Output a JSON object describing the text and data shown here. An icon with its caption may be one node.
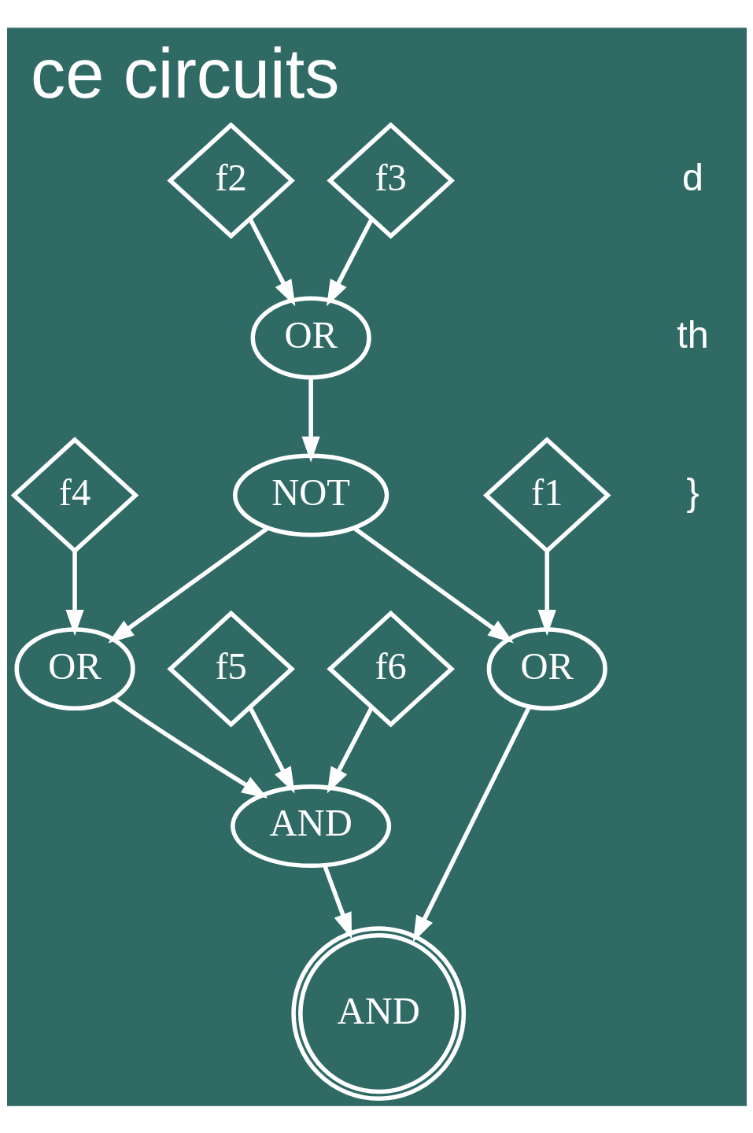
{
  "diagram": {
    "title": "ce circuits",
    "nodes": [
      {
        "text": [
          "f2"
        ]
      },
      {
        "text": [
          "f3"
        ]
      },
      {
        "text": [
          "OR"
        ]
      },
      {
        "text": [
          "f4"
        ]
      },
      {
        "text": [
          "NOT"
        ]
      },
      {
        "text": [
          "f1"
        ]
      },
      {
        "text": [
          "f5"
        ]
      },
      {
        "text": [
          "f6"
        ]
      },
      {
        "text": [
          "OR"
        ]
      },
      {
        "text": [
          "OR"
        ]
      },
      {
        "text": [
          "AND"
        ]
      },
      {
        "text": [
          "AND"
        ]
      }
    ],
    "edges": [
      {
        "from": 0,
        "to": 2,
        "arrow": "to"
      },
      {
        "from": 1,
        "to": 2,
        "arrow": "to"
      },
      {
        "from": 2,
        "to": 4,
        "arrow": "to"
      },
      {
        "from": 3,
        "to": 8,
        "arrow": "to"
      },
      {
        "from": 4,
        "to": 8,
        "arrow": "to"
      },
      {
        "from": 4,
        "to": 9,
        "arrow": "to"
      },
      {
        "from": 5,
        "to": 9,
        "arrow": "to"
      },
      {
        "from": 6,
        "to": 10,
        "arrow": "to"
      },
      {
        "from": 7,
        "to": 10,
        "arrow": "to"
      },
      {
        "from": 8,
        "to": 10,
        "arrow": "to"
      },
      {
        "from": 10,
        "to": 11,
        "arrow": "to"
      },
      {
        "from": 9,
        "to": 11,
        "arrow": "to"
      }
    ],
    "labels": [
      "d",
      "th",
      "}"
    ]
  }
}
